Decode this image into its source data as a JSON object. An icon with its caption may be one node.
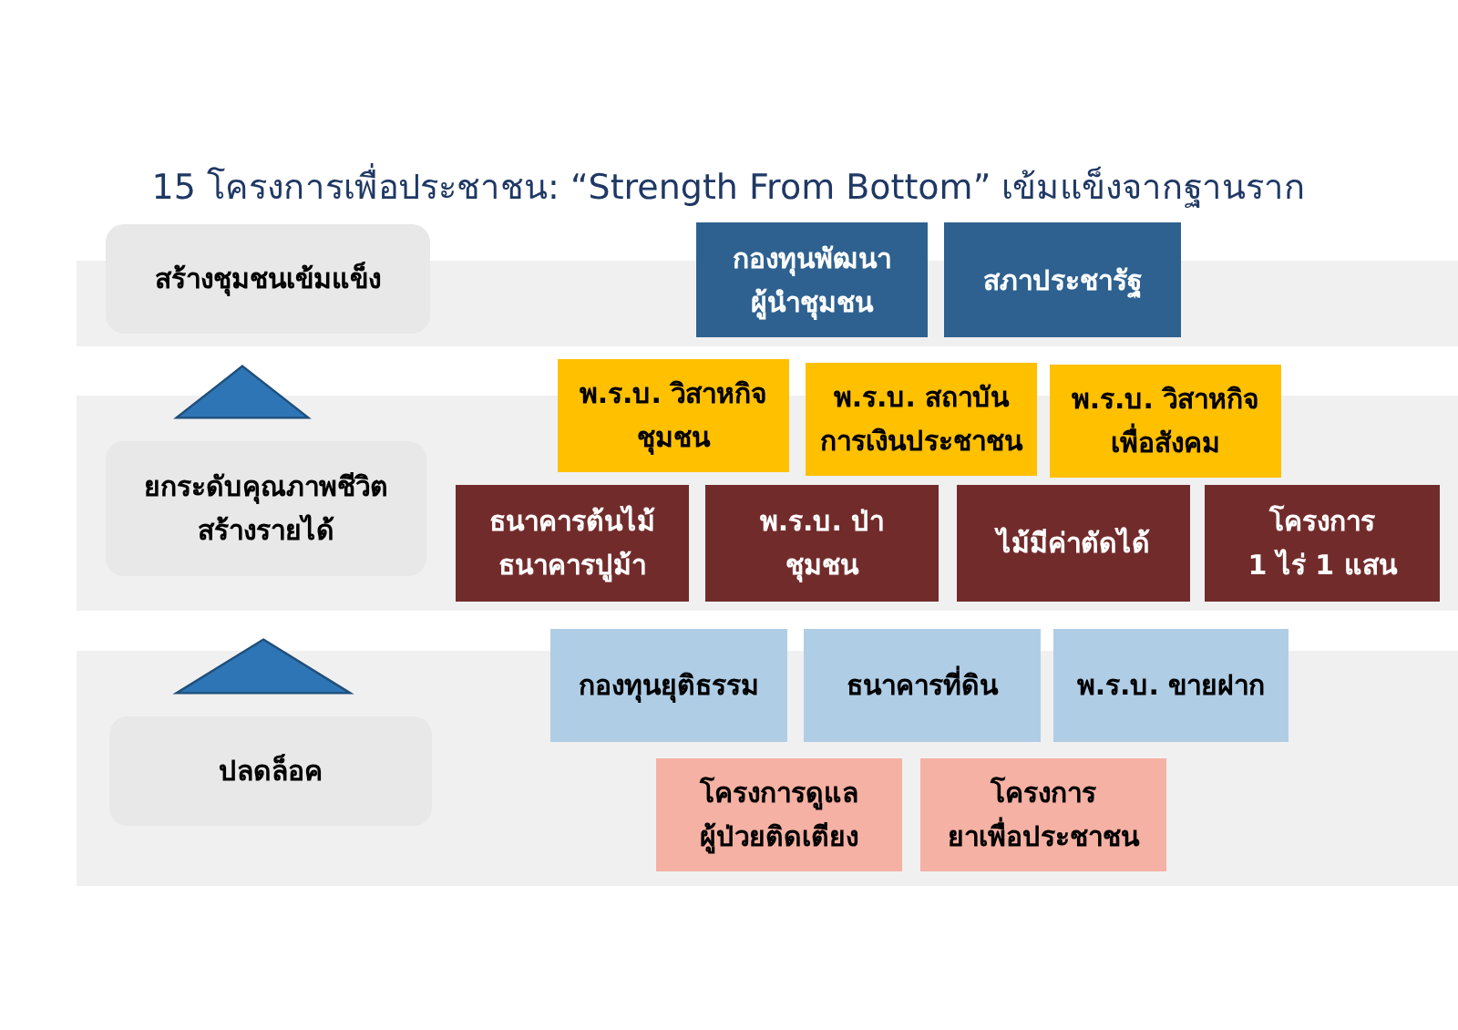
{
  "diagram": {
    "title": "15 โครงการเพื่อประชาชน: “Strength From Bottom” เข้มแข็งจากฐานราก",
    "nodes": [
      {
        "text": [
          "สร้างชุมชนเข้มแข็ง"
        ]
      },
      {
        "text": [
          "กองทุนพัฒนาผู้นำชุมชน"
        ]
      },
      {
        "text": [
          "สภาประชารัฐ"
        ]
      },
      {
        "text": [
          "พ.ร.บ. วิสาหกิจชุมชน"
        ]
      },
      {
        "text": [
          "พ.ร.บ. สถาบันการเงินประชาชน"
        ]
      },
      {
        "text": [
          "พ.ร.บ. วิสาหกิจเพื่อสังคม"
        ]
      },
      {
        "text": [
          "ยกระดับคุณภาพชีวิต สร้างรายได้"
        ]
      },
      {
        "text": [
          "ธนาคารต้นไม้ ธนาคารปูม้า"
        ]
      },
      {
        "text": [
          "พ.ร.บ. ป่าชุมชน"
        ]
      },
      {
        "text": [
          "ไม้มีค่าตัดได้"
        ]
      },
      {
        "text": [
          "โครงการ 1 ไร่ 1 แสน"
        ]
      },
      {
        "text": [
          "กองทุนยุติธรรม"
        ]
      },
      {
        "text": [
          "ธนาคารที่ดิน"
        ]
      },
      {
        "text": [
          "พ.ร.บ. ขายฝาก"
        ]
      },
      {
        "text": [
          "ปลดล็อค"
        ]
      },
      {
        "text": [
          "โครงการดูแลผู้ป่วยติดเตียง"
        ]
      },
      {
        "text": [
          "โครงการยาเพื่อประชาชน"
        ]
      }
    ],
    "edges": [
      {
        "from": 6,
        "to": 0,
        "arrow": "to"
      },
      {
        "from": 14,
        "to": 6,
        "arrow": "to"
      }
    ]
  }
}
